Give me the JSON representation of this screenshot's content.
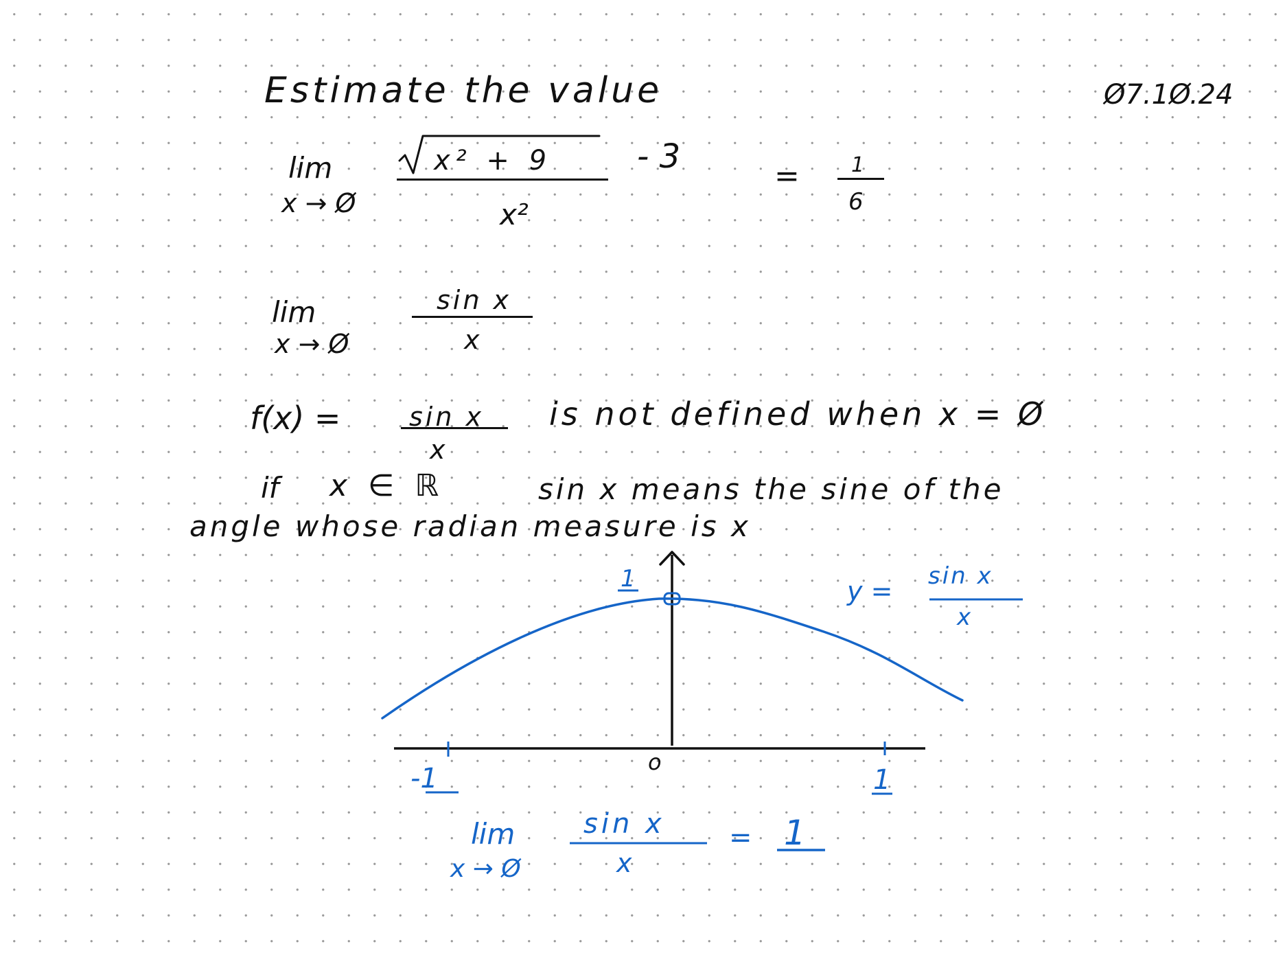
{
  "note": {
    "date": "Ø7.1Ø.24",
    "heading": "Estimate  the  value",
    "first_limit": {
      "lim": "lim",
      "approach": "x → Ø",
      "numerator_radicand": "x² +  9",
      "numerator_rest": "- 3",
      "denominator": "x²",
      "equals": "=",
      "result_num": "1",
      "result_den": "6"
    },
    "second_limit": {
      "lim": "lim",
      "approach": "x → Ø",
      "numerator": "sin x",
      "denominator": "x"
    },
    "definition": {
      "lhs": "f(x)  =",
      "numerator": "sin x",
      "denominator": "x",
      "rest": "is  not  defined   when   x  = Ø"
    },
    "explanation_line1_a": "if",
    "explanation_line1_b": "x ∈ ℝ",
    "explanation_line1_c": "sin x   means   the   sine   of   the",
    "explanation_line2": "angle     whose    radian    measure    is   x"
  },
  "graph": {
    "curve_color": "#1565c8",
    "axis_color": "#111111",
    "y_tick_label": "1",
    "origin_label": "o",
    "x_tick_left": "-1",
    "x_tick_right": "1",
    "curve_label_lhs": "y =",
    "curve_label_num": "sin x",
    "curve_label_den": "x"
  },
  "conclusion": {
    "lim": "lim",
    "approach": "x → Ø",
    "numerator": "sin x",
    "denominator": "x",
    "equals": "=",
    "result": "1"
  }
}
